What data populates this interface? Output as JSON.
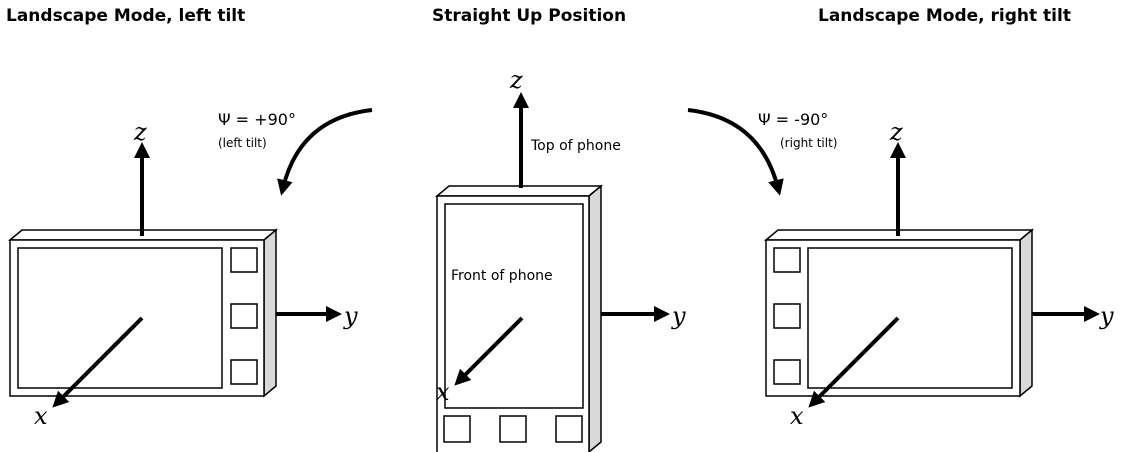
{
  "panels": {
    "left": {
      "title": "Landscape Mode, left tilt",
      "angle": "Ψ  = +90°",
      "tilt": "(left tilt)"
    },
    "center": {
      "title": "Straight Up Position",
      "top_label": "Top of phone",
      "front_label": "Front of phone"
    },
    "right": {
      "title": "Landscape Mode, right tilt",
      "angle": "Ψ  = -90°",
      "tilt": "(right tilt)"
    }
  },
  "axes": {
    "x": "x",
    "y": "y",
    "z": "z"
  }
}
